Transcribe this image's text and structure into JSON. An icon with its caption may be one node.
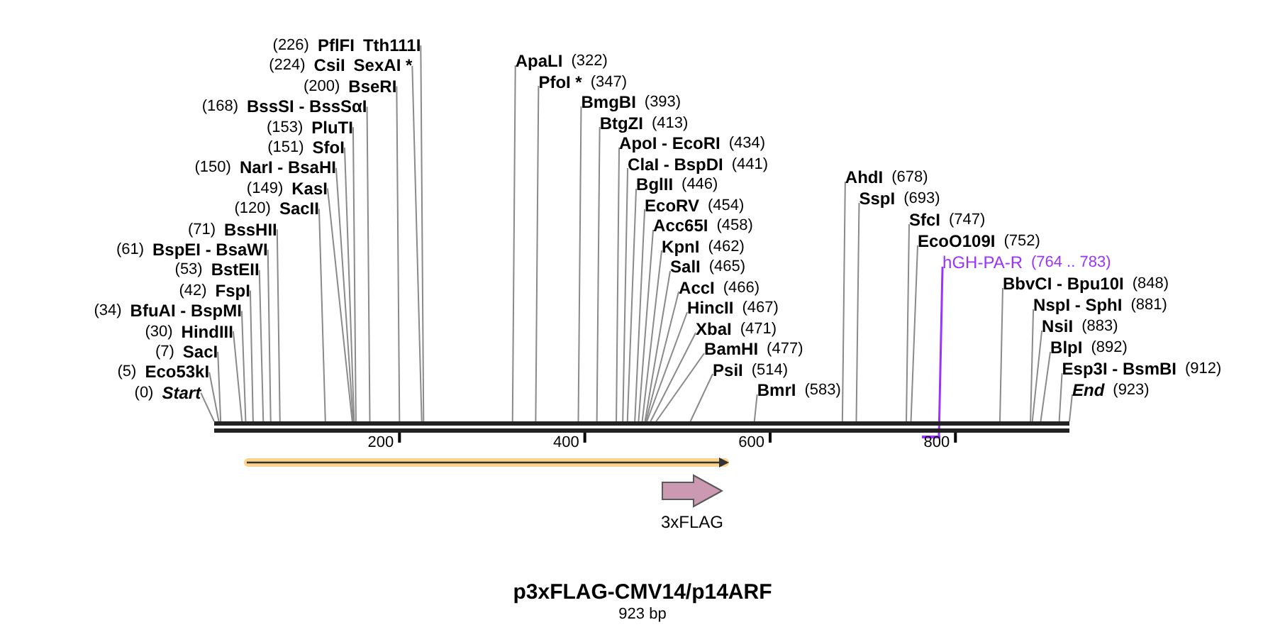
{
  "diagram": {
    "title": "p3xFLAG-CMV14/p14ARF",
    "nodes": [
      {
        "text": [
          "PflFI",
          "Tth111I"
        ],
        "beside": [
          "(226)"
        ]
      },
      {
        "text": [
          "CsiI",
          "SexAI *"
        ],
        "beside": [
          "(224)"
        ]
      },
      {
        "text": [
          "BseRI"
        ],
        "beside": [
          "(200)"
        ]
      },
      {
        "text": [
          "BssSI - BssSαI"
        ],
        "beside": [
          "(168)"
        ]
      },
      {
        "text": [
          "PluTI"
        ],
        "beside": [
          "(153)"
        ]
      },
      {
        "text": [
          "SfoI"
        ],
        "beside": [
          "(151)"
        ]
      },
      {
        "text": [
          "NarI - BsaHI"
        ],
        "beside": [
          "(150)"
        ]
      },
      {
        "text": [
          "KasI"
        ],
        "beside": [
          "(149)"
        ]
      },
      {
        "text": [
          "SacII"
        ],
        "beside": [
          "(120)"
        ]
      },
      {
        "text": [
          "BssHII"
        ],
        "beside": [
          "(71)"
        ]
      },
      {
        "text": [
          "BspEI - BsaWI"
        ],
        "beside": [
          "(61)"
        ]
      },
      {
        "text": [
          "BstEII"
        ],
        "beside": [
          "(53)"
        ]
      },
      {
        "text": [
          "FspI"
        ],
        "beside": [
          "(42)"
        ]
      },
      {
        "text": [
          "BfuAI - BspMI"
        ],
        "beside": [
          "(34)"
        ]
      },
      {
        "text": [
          "HindIII"
        ],
        "beside": [
          "(30)"
        ]
      },
      {
        "text": [
          "SacI"
        ],
        "beside": [
          "(7)"
        ]
      },
      {
        "text": [
          "Eco53kI"
        ],
        "beside": [
          "(5)"
        ]
      },
      {
        "text": [
          "Start"
        ],
        "beside": [
          "(0)"
        ]
      },
      {
        "text": [
          "ApaLI"
        ],
        "beside": [
          "(322)"
        ]
      },
      {
        "text": [
          "PfoI *"
        ],
        "beside": [
          "(347)"
        ]
      },
      {
        "text": [
          "BmgBI"
        ],
        "beside": [
          "(393)"
        ]
      },
      {
        "text": [
          "BtgZI"
        ],
        "beside": [
          "(413)"
        ]
      },
      {
        "text": [
          "ApoI - EcoRI"
        ],
        "beside": [
          "(434)"
        ]
      },
      {
        "text": [
          "ClaI - BspDI"
        ],
        "beside": [
          "(441)"
        ]
      },
      {
        "text": [
          "BglII"
        ],
        "beside": [
          "(446)"
        ]
      },
      {
        "text": [
          "EcoRV"
        ],
        "beside": [
          "(454)"
        ]
      },
      {
        "text": [
          "Acc65I"
        ],
        "beside": [
          "(458)"
        ]
      },
      {
        "text": [
          "KpnI"
        ],
        "beside": [
          "(462)"
        ]
      },
      {
        "text": [
          "SalI"
        ],
        "beside": [
          "(465)"
        ]
      },
      {
        "text": [
          "AccI"
        ],
        "beside": [
          "(466)"
        ]
      },
      {
        "text": [
          "HincII"
        ],
        "beside": [
          "(467)"
        ]
      },
      {
        "text": [
          "XbaI"
        ],
        "beside": [
          "(471)"
        ]
      },
      {
        "text": [
          "BamHI"
        ],
        "beside": [
          "(477)"
        ]
      },
      {
        "text": [
          "PsiI"
        ],
        "beside": [
          "(514)"
        ]
      },
      {
        "text": [
          "BmrI"
        ],
        "beside": [
          "(583)"
        ]
      },
      {
        "text": [
          "AhdI"
        ],
        "beside": [
          "(678)"
        ]
      },
      {
        "text": [
          "SspI"
        ],
        "beside": [
          "(693)"
        ]
      },
      {
        "text": [
          "SfcI"
        ],
        "beside": [
          "(747)"
        ]
      },
      {
        "text": [
          "EcoO109I"
        ],
        "beside": [
          "(752)"
        ]
      },
      {
        "text": [
          "hGH-PA-R"
        ],
        "beside": [
          "(764 .. 783)"
        ]
      },
      {
        "text": [
          "BbvCI - Bpu10I"
        ],
        "beside": [
          "(848)"
        ]
      },
      {
        "text": [
          "NspI - SphI"
        ],
        "beside": [
          "(881)"
        ]
      },
      {
        "text": [
          "NsiI"
        ],
        "beside": [
          "(883)"
        ]
      },
      {
        "text": [
          "BlpI"
        ],
        "beside": [
          "(892)"
        ]
      },
      {
        "text": [
          "Esp3I - BsmBI"
        ],
        "beside": [
          "(912)"
        ]
      },
      {
        "text": [
          "End"
        ],
        "beside": [
          "(923)"
        ]
      },
      {
        "text": [],
        "shape": "bar"
      },
      {
        "text": [],
        "shape": "bar"
      },
      {
        "text": [
          "3xFLAG"
        ]
      },
      {
        "text": [],
        "shape": "arrow"
      }
    ],
    "edges": [
      {
        "from": 0,
        "to": 46,
        "arrow": "none"
      },
      {
        "from": 1,
        "to": 46,
        "arrow": "none"
      },
      {
        "from": 2,
        "to": 46,
        "arrow": "none"
      },
      {
        "from": 3,
        "to": 46,
        "arrow": "none"
      },
      {
        "from": 4,
        "to": 46,
        "arrow": "none"
      },
      {
        "from": 5,
        "to": 46,
        "arrow": "none"
      },
      {
        "from": 6,
        "to": 46,
        "arrow": "none"
      },
      {
        "from": 7,
        "to": 46,
        "arrow": "none"
      },
      {
        "from": 8,
        "to": 46,
        "arrow": "none"
      },
      {
        "from": 9,
        "to": 46,
        "arrow": "none"
      },
      {
        "from": 10,
        "to": 46,
        "arrow": "none"
      },
      {
        "from": 11,
        "to": 46,
        "arrow": "none"
      },
      {
        "from": 12,
        "to": 46,
        "arrow": "none"
      },
      {
        "from": 13,
        "to": 46,
        "arrow": "none"
      },
      {
        "from": 14,
        "to": 46,
        "arrow": "none"
      },
      {
        "from": 15,
        "to": 46,
        "arrow": "none"
      },
      {
        "from": 16,
        "to": 46,
        "arrow": "none"
      },
      {
        "from": 17,
        "to": 46,
        "arrow": "none"
      },
      {
        "from": 18,
        "to": 46,
        "arrow": "none"
      },
      {
        "from": 19,
        "to": 46,
        "arrow": "none"
      },
      {
        "from": 20,
        "to": 46,
        "arrow": "none"
      },
      {
        "from": 21,
        "to": 46,
        "arrow": "none"
      },
      {
        "from": 22,
        "to": 46,
        "arrow": "none"
      },
      {
        "from": 23,
        "to": 46,
        "arrow": "none"
      },
      {
        "from": 24,
        "to": 46,
        "arrow": "none"
      },
      {
        "from": 25,
        "to": 46,
        "arrow": "none"
      },
      {
        "from": 26,
        "to": 46,
        "arrow": "none"
      },
      {
        "from": 27,
        "to": 46,
        "arrow": "none"
      },
      {
        "from": 28,
        "to": 46,
        "arrow": "none"
      },
      {
        "from": 29,
        "to": 46,
        "arrow": "none"
      },
      {
        "from": 30,
        "to": 46,
        "arrow": "none"
      },
      {
        "from": 31,
        "to": 46,
        "arrow": "none"
      },
      {
        "from": 32,
        "to": 46,
        "arrow": "none"
      },
      {
        "from": 33,
        "to": 46,
        "arrow": "none"
      },
      {
        "from": 34,
        "to": 46,
        "arrow": "none"
      },
      {
        "from": 35,
        "to": 46,
        "arrow": "none"
      },
      {
        "from": 36,
        "to": 46,
        "arrow": "none"
      },
      {
        "from": 37,
        "to": 46,
        "arrow": "none"
      },
      {
        "from": 38,
        "to": 46,
        "arrow": "none"
      },
      {
        "from": 39,
        "to": 47,
        "arrow": "none",
        "color": "#9933ff"
      },
      {
        "from": 40,
        "to": 46,
        "arrow": "none"
      },
      {
        "from": 41,
        "to": 46,
        "arrow": "none"
      },
      {
        "from": 42,
        "to": 46,
        "arrow": "none"
      },
      {
        "from": 43,
        "to": 46,
        "arrow": "none"
      },
      {
        "from": 44,
        "to": 46,
        "arrow": "none"
      },
      {
        "from": 45,
        "to": 46,
        "arrow": "none"
      }
    ],
    "labels": [
      "200",
      "400",
      "600",
      "800",
      "923 bp"
    ]
  }
}
